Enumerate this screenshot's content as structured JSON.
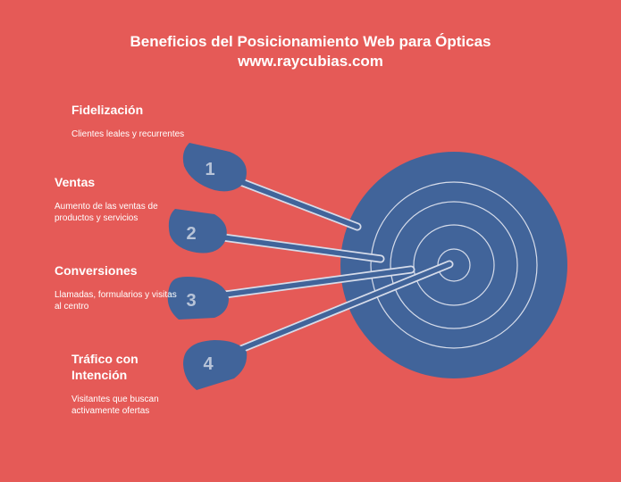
{
  "title": {
    "line1": "Beneficios del Posicionamiento Web para Ópticas",
    "line2": "www.raycubias.com"
  },
  "items": [
    {
      "number": "1",
      "heading": "Fidelización",
      "description": "Clientes leales y recurrentes"
    },
    {
      "number": "2",
      "heading": "Ventas",
      "description": "Aumento de las ventas de productos y servicios"
    },
    {
      "number": "3",
      "heading": "Conversiones",
      "description": "Llamadas, formularios y visitas al centro"
    },
    {
      "number": "4",
      "heading": "Tráfico con Intención",
      "description": "Visitantes que buscan activamente ofertas"
    }
  ],
  "colors": {
    "background": "#e55a57",
    "target": "#41649a",
    "ring": "#d6dcea",
    "dart_number": "#b8c4d8",
    "text": "#ffffff"
  },
  "icons": [
    "target-icon",
    "dart-icon"
  ]
}
